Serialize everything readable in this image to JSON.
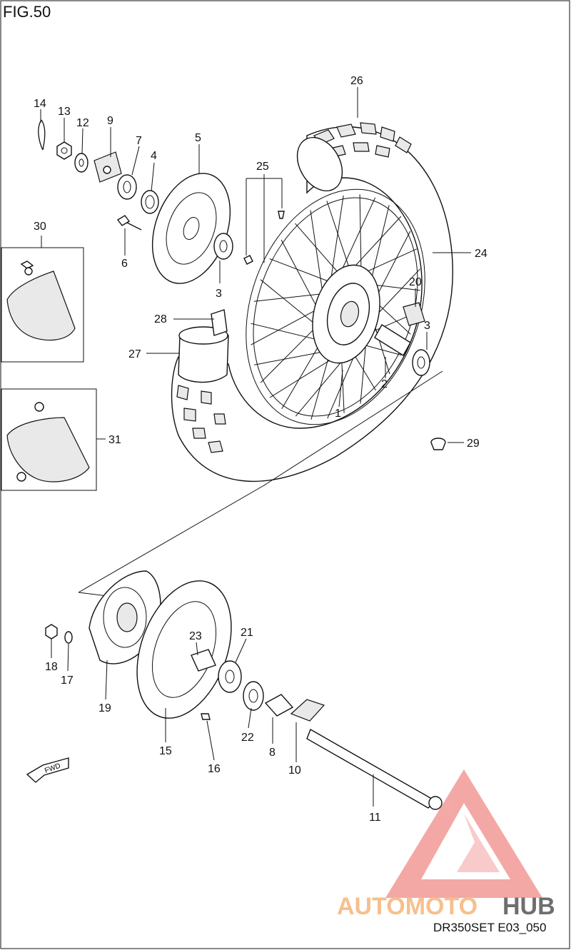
{
  "figure_title": "FIG.50",
  "drawing_code": "DR350SET E03_050",
  "fwd_label": "FWD",
  "watermark": {
    "text_a": "AUTOMOTO",
    "text_b": "HUB",
    "color_a": "#f6b47a",
    "color_b": "#555555",
    "triangle_color": "#f19a96"
  },
  "callouts": [
    {
      "id": "c1",
      "label": "1"
    },
    {
      "id": "c2",
      "label": "2"
    },
    {
      "id": "c3a",
      "label": "3"
    },
    {
      "id": "c3b",
      "label": "3"
    },
    {
      "id": "c4",
      "label": "4"
    },
    {
      "id": "c5",
      "label": "5"
    },
    {
      "id": "c6",
      "label": "6"
    },
    {
      "id": "c7",
      "label": "7"
    },
    {
      "id": "c8",
      "label": "8"
    },
    {
      "id": "c9",
      "label": "9"
    },
    {
      "id": "c10",
      "label": "10"
    },
    {
      "id": "c11",
      "label": "11"
    },
    {
      "id": "c12",
      "label": "12"
    },
    {
      "id": "c13",
      "label": "13"
    },
    {
      "id": "c14",
      "label": "14"
    },
    {
      "id": "c15",
      "label": "15"
    },
    {
      "id": "c16",
      "label": "16"
    },
    {
      "id": "c17",
      "label": "17"
    },
    {
      "id": "c18",
      "label": "18"
    },
    {
      "id": "c19",
      "label": "19"
    },
    {
      "id": "c20",
      "label": "20"
    },
    {
      "id": "c21",
      "label": "21"
    },
    {
      "id": "c22",
      "label": "22"
    },
    {
      "id": "c23",
      "label": "23"
    },
    {
      "id": "c24",
      "label": "24"
    },
    {
      "id": "c25",
      "label": "25"
    },
    {
      "id": "c26",
      "label": "26"
    },
    {
      "id": "c27",
      "label": "27"
    },
    {
      "id": "c28",
      "label": "28"
    },
    {
      "id": "c29",
      "label": "29"
    },
    {
      "id": "c30",
      "label": "30"
    },
    {
      "id": "c31",
      "label": "31"
    }
  ]
}
